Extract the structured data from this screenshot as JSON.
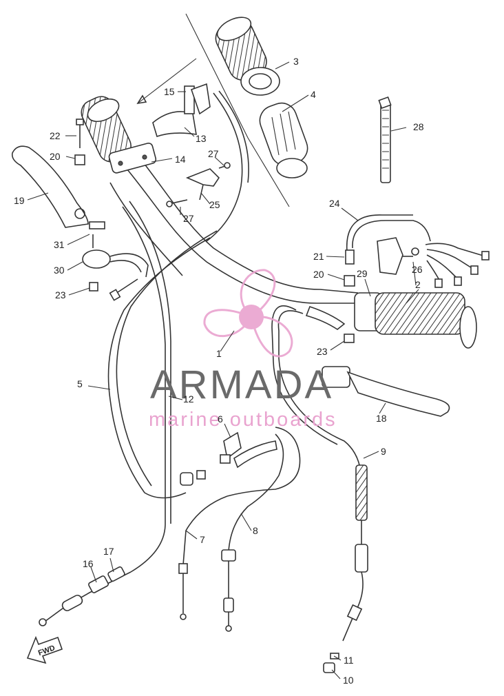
{
  "watermark": {
    "brand": "ARMADA",
    "tagline": "marine outboards",
    "logo_icon": "propeller-icon",
    "color_text": "#6a6a6a",
    "color_accent": "#e9a3cf"
  },
  "direction_badge": {
    "label": "FWD",
    "icon": "forward-arrow-icon"
  },
  "callouts": {
    "c1": "1",
    "c2": "2",
    "c3": "3",
    "c4": "4",
    "c5": "5",
    "c6": "6",
    "c7": "7",
    "c8": "8",
    "c9": "9",
    "c10": "10",
    "c11": "11",
    "c12": "12",
    "c13": "13",
    "c14": "14",
    "c15": "15",
    "c16": "16",
    "c17": "17",
    "c18": "18",
    "c19": "19",
    "c20a": "20",
    "c20b": "20",
    "c21": "21",
    "c22": "22",
    "c23a": "23",
    "c23b": "23",
    "c24": "24",
    "c25": "25",
    "c26": "26",
    "c27a": "27",
    "c27b": "27",
    "c28": "28",
    "c29": "29",
    "c30": "30",
    "c31": "31"
  }
}
